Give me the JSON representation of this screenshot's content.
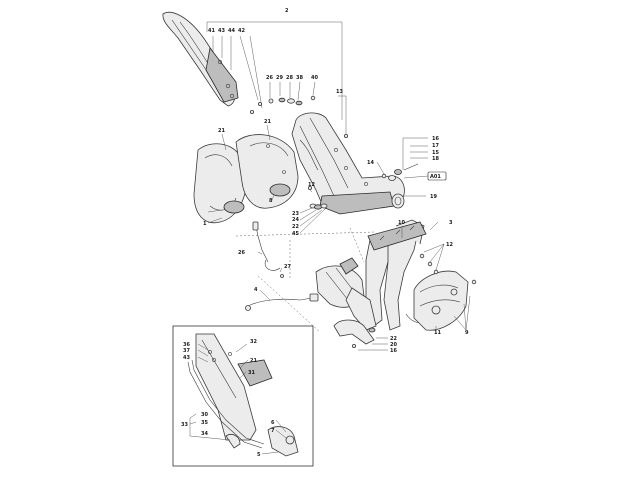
{
  "diagram": {
    "title_callout": "2",
    "inset_frame": true,
    "callouts": [
      {
        "id": "c-41",
        "text": "41"
      },
      {
        "id": "c-43a",
        "text": "43"
      },
      {
        "id": "c-44",
        "text": "44"
      },
      {
        "id": "c-42",
        "text": "42"
      },
      {
        "id": "c-26",
        "text": "26"
      },
      {
        "id": "c-29",
        "text": "29"
      },
      {
        "id": "c-28",
        "text": "28"
      },
      {
        "id": "c-38",
        "text": "38"
      },
      {
        "id": "c-40",
        "text": "40"
      },
      {
        "id": "c-13",
        "text": "13"
      },
      {
        "id": "c-21a",
        "text": "21"
      },
      {
        "id": "c-21b",
        "text": "21"
      },
      {
        "id": "c-1",
        "text": "1"
      },
      {
        "id": "c-8",
        "text": "8"
      },
      {
        "id": "c-14",
        "text": "14"
      },
      {
        "id": "c-16a",
        "text": "16"
      },
      {
        "id": "c-17",
        "text": "17"
      },
      {
        "id": "c-15",
        "text": "15"
      },
      {
        "id": "c-18",
        "text": "18"
      },
      {
        "id": "c-A01",
        "text": "A01"
      },
      {
        "id": "c-19",
        "text": "19"
      },
      {
        "id": "c-12",
        "text": "12"
      },
      {
        "id": "c-23",
        "text": "23"
      },
      {
        "id": "c-24",
        "text": "24"
      },
      {
        "id": "c-22a",
        "text": "22"
      },
      {
        "id": "c-45",
        "text": "45"
      },
      {
        "id": "c-3",
        "text": "3"
      },
      {
        "id": "c-10",
        "text": "10"
      },
      {
        "id": "c-12b",
        "text": "12"
      },
      {
        "id": "c-26b",
        "text": "26"
      },
      {
        "id": "c-27",
        "text": "27"
      },
      {
        "id": "c-4",
        "text": "4"
      },
      {
        "id": "c-11",
        "text": "11"
      },
      {
        "id": "c-9",
        "text": "9"
      },
      {
        "id": "c-22b",
        "text": "22"
      },
      {
        "id": "c-20",
        "text": "20"
      },
      {
        "id": "c-16b",
        "text": "16"
      },
      {
        "id": "c-36",
        "text": "36"
      },
      {
        "id": "c-37",
        "text": "37"
      },
      {
        "id": "c-43b",
        "text": "43"
      },
      {
        "id": "c-32",
        "text": "32"
      },
      {
        "id": "c-21c",
        "text": "21"
      },
      {
        "id": "c-31",
        "text": "31"
      },
      {
        "id": "c-30",
        "text": "30"
      },
      {
        "id": "c-35",
        "text": "35"
      },
      {
        "id": "c-33",
        "text": "33"
      },
      {
        "id": "c-34",
        "text": "34"
      },
      {
        "id": "c-6",
        "text": "6"
      },
      {
        "id": "c-7",
        "text": "7"
      },
      {
        "id": "c-5",
        "text": "5"
      }
    ]
  }
}
